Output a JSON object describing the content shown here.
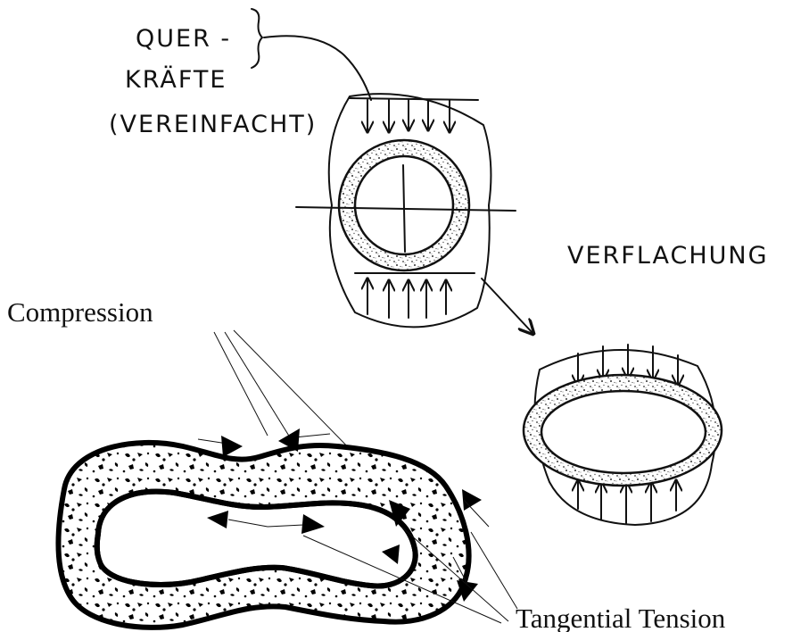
{
  "labels": {
    "querkraefte_line1": "QUER -",
    "querkraefte_line2": "KRÄFTE",
    "querkraefte_line3": "(VEREINFACHT)",
    "verflachung": "VERFLACHUNG",
    "compression": "Compression",
    "tangential_tension": "Tangential Tension"
  },
  "colors": {
    "ink": "#111111",
    "background": "#ffffff"
  }
}
